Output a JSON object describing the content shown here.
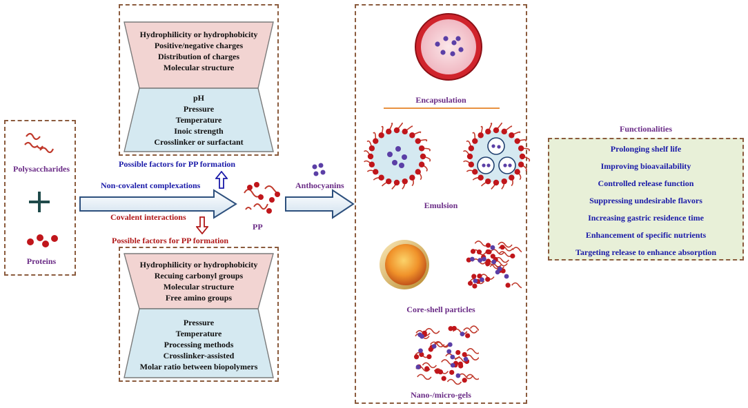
{
  "left": {
    "polysaccharides_label": "Polysaccharides",
    "proteins_label": "Proteins"
  },
  "arrows": {
    "noncovalent_label": "Non-covalent complexations",
    "covalent_label": "Covalent interactions",
    "pp_label": "PP",
    "anthocyanins_label": "Anthocyanins"
  },
  "top_factors": {
    "caption": "Possible factors for PP formation",
    "upper_items": [
      "Hydrophilicity or hydrophobicity",
      "Positive/negative charges",
      "Distribution of charges",
      "Molecular structure"
    ],
    "lower_items": [
      "pH",
      "Pressure",
      "Temperature",
      "Inoic strength",
      "Crosslinker or surfactant"
    ]
  },
  "bottom_factors": {
    "caption": "Possible factors for PP formation",
    "upper_items": [
      "Hydrophilicity  or hydrophobicity",
      "Recuing carbonyl groups",
      "Molecular structure",
      "Free amino groups"
    ],
    "lower_items": [
      "Pressure",
      "Temperature",
      "Processing methods",
      "Crosslinker-assisted",
      "Molar ratio between biopolymers"
    ]
  },
  "center": {
    "encapsulation_label": "Encapsulation",
    "emulsion_label": "Emulsion",
    "coreshell_label": "Core-shell particles",
    "gels_label": "Nano-/micro-gels"
  },
  "functionalities": {
    "title": "Functionalities",
    "items": [
      "Prolonging shelf life",
      "Improving bioavailability",
      "Controlled release function",
      "Suppressing undesirable flavors",
      "Increasing gastric residence time",
      "Enhancement of specific nutrients",
      "Targeting release to enhance absorption"
    ]
  },
  "colors": {
    "dash_border": "#8a5a3c",
    "pink_panel": "#f2d4d2",
    "blue_panel": "#d5e9f1",
    "func_panel": "#e8f0d8",
    "purple_text": "#6a2b86",
    "blue_text": "#1a1aa8",
    "red_text": "#b01818",
    "bead_red": "#c0161b",
    "dot_purple": "#5b3fa6"
  }
}
